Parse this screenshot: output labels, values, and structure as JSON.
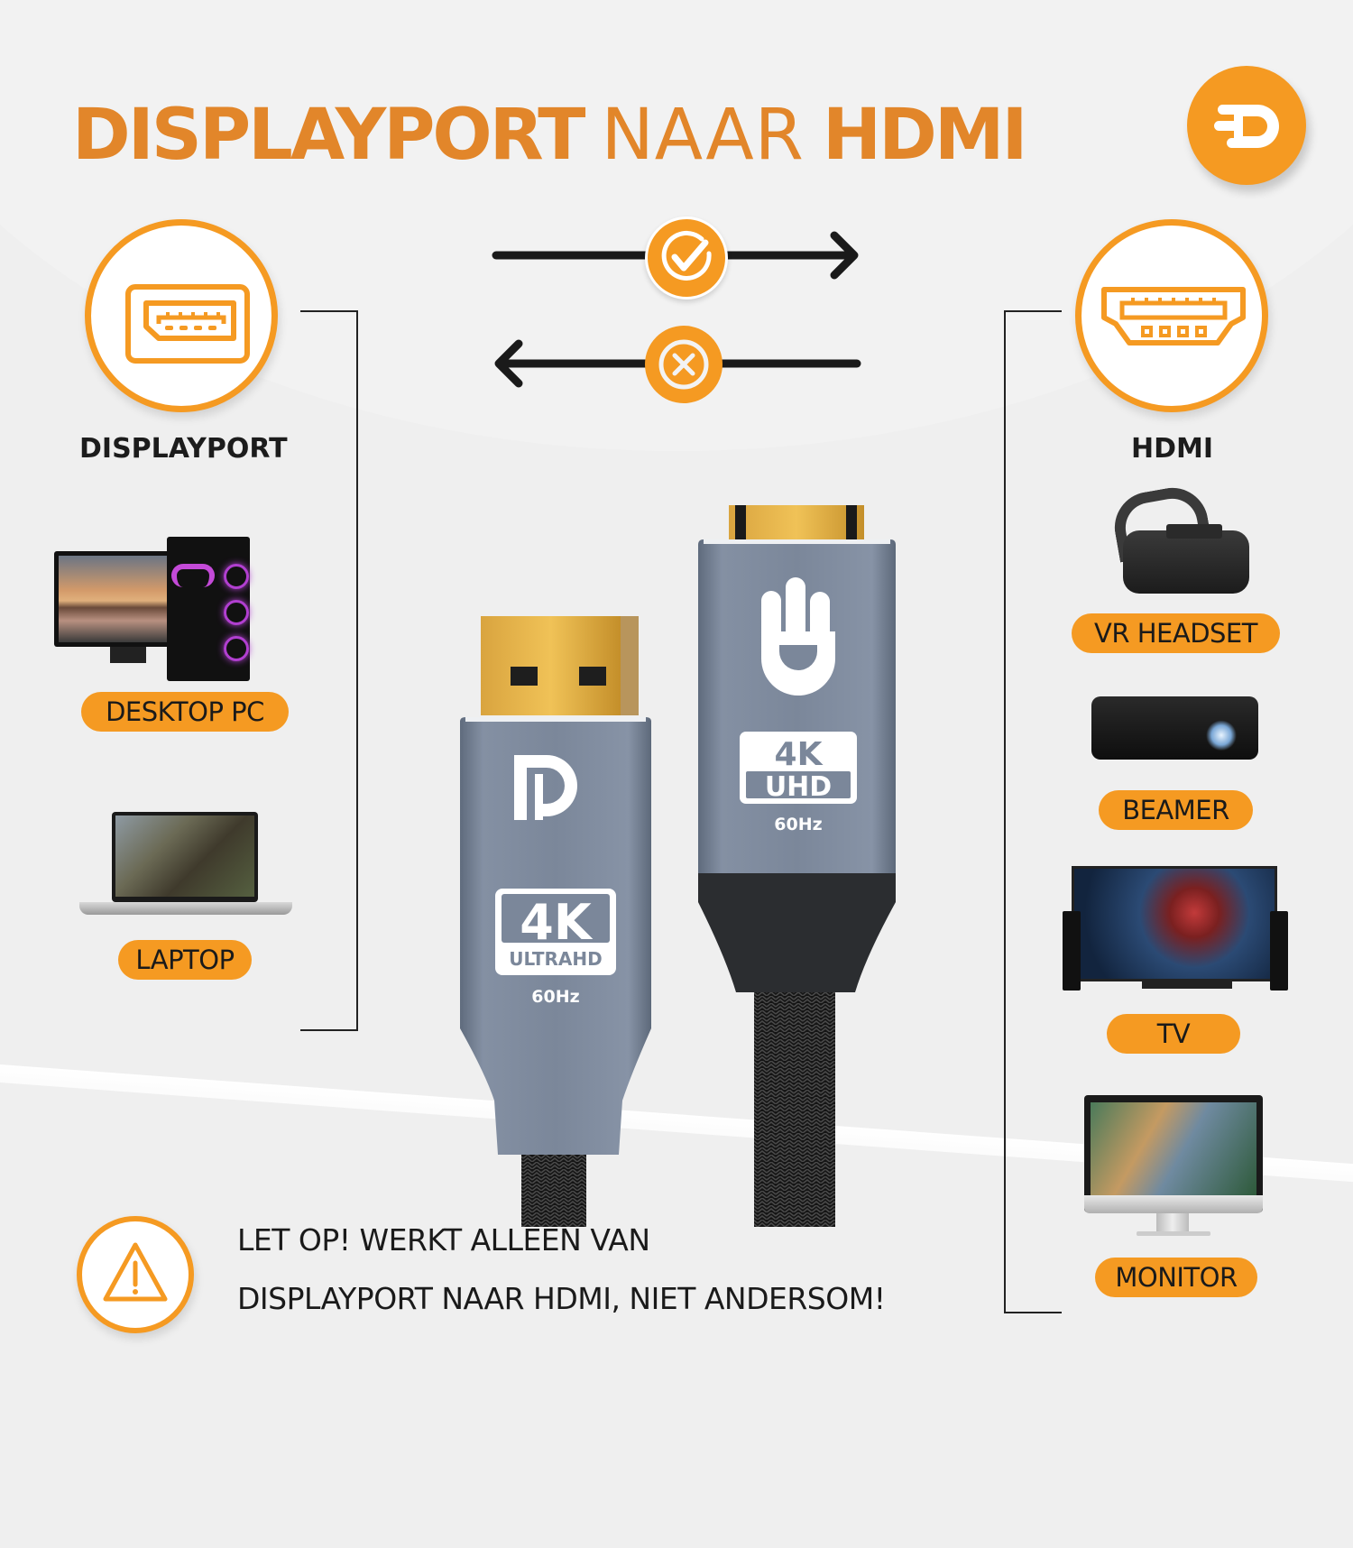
{
  "title": {
    "part1": "DISPLAYPORT",
    "part2": "NAAR",
    "part3": "HDMI"
  },
  "brand_logo": {
    "icon": "speed-d-logo-icon",
    "color": "#f59a22"
  },
  "direction": {
    "forward": {
      "icon": "check-circle-icon",
      "meaning": "DisplayPort to HDMI works"
    },
    "reverse": {
      "icon": "x-circle-icon",
      "meaning": "HDMI to DisplayPort does not work"
    }
  },
  "left": {
    "port_icon": "displayport-port-icon",
    "label": "DISPLAYPORT",
    "devices": [
      {
        "label": "DESKTOP PC",
        "image": "desktop-pc-image"
      },
      {
        "label": "LAPTOP",
        "image": "laptop-image"
      }
    ]
  },
  "right": {
    "port_icon": "hdmi-port-icon",
    "label": "HDMI",
    "devices": [
      {
        "label": "VR HEADSET",
        "image": "vr-headset-image"
      },
      {
        "label": "BEAMER",
        "image": "projector-image"
      },
      {
        "label": "TV",
        "image": "tv-image"
      },
      {
        "label": "MONITOR",
        "image": "monitor-image"
      }
    ]
  },
  "cable": {
    "dp_connector": {
      "logo": "DP",
      "badge_main": "4K",
      "badge_sub": "ULTRAHD",
      "refresh": "60Hz"
    },
    "hdmi_connector": {
      "logo": "hand-logo",
      "badge_main": "4K",
      "badge_sub": "UHD",
      "refresh": "60Hz"
    }
  },
  "warning": {
    "icon": "warning-triangle-icon",
    "line1": "LET OP! WERKT ALLEEN VAN",
    "line2": "DISPLAYPORT NAAR HDMI, NIET ANDERSOM!"
  },
  "colors": {
    "accent": "#f59a22",
    "title": "#e2862a",
    "text": "#1c1c1c",
    "connector": "#7a8699",
    "gold": "#e8b24a"
  }
}
